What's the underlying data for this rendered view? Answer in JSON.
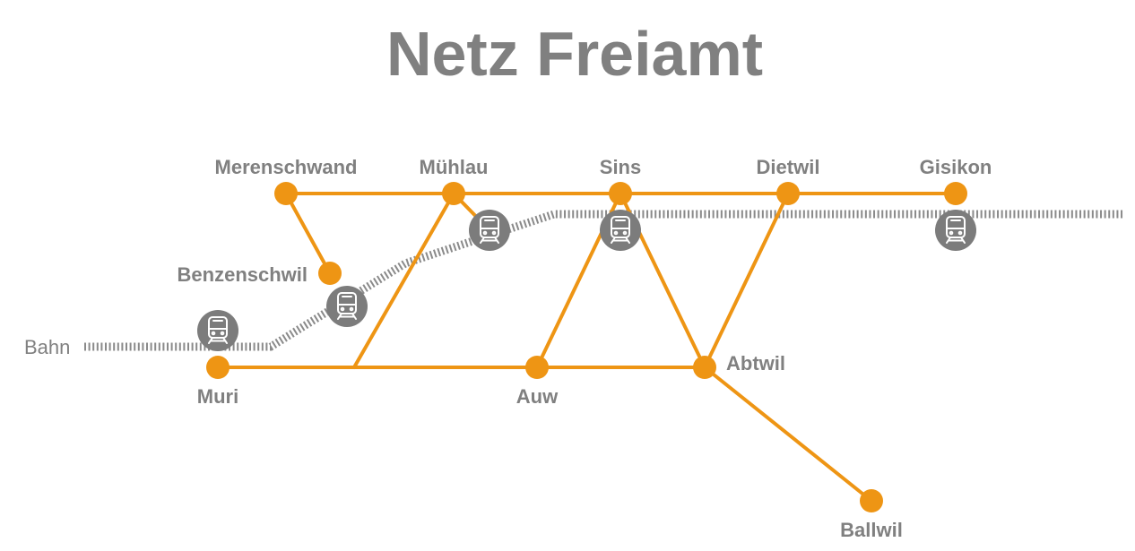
{
  "title": "Netz Freiamt",
  "legend": {
    "rail_label": "Bahn"
  },
  "colors": {
    "network": "#ee9514",
    "text": "#808080",
    "rail": "#8a8a8a",
    "train_badge": "#7c7c7c",
    "train_glyph": "#ffffff"
  },
  "icons": {
    "train": "train-icon"
  },
  "stations": [
    {
      "id": "merenschwand",
      "name": "Merenschwand"
    },
    {
      "id": "muehlau",
      "name": "Mühlau"
    },
    {
      "id": "sins",
      "name": "Sins"
    },
    {
      "id": "dietwil",
      "name": "Dietwil"
    },
    {
      "id": "gisikon",
      "name": "Gisikon"
    },
    {
      "id": "benzenschwil",
      "name": "Benzenschwil"
    },
    {
      "id": "muri",
      "name": "Muri"
    },
    {
      "id": "auw",
      "name": "Auw"
    },
    {
      "id": "abtwil",
      "name": "Abtwil"
    },
    {
      "id": "ballwil",
      "name": "Ballwil"
    }
  ],
  "train_stations": [
    "muri",
    "benzenschwil",
    "muehlau",
    "sins",
    "gisikon"
  ]
}
